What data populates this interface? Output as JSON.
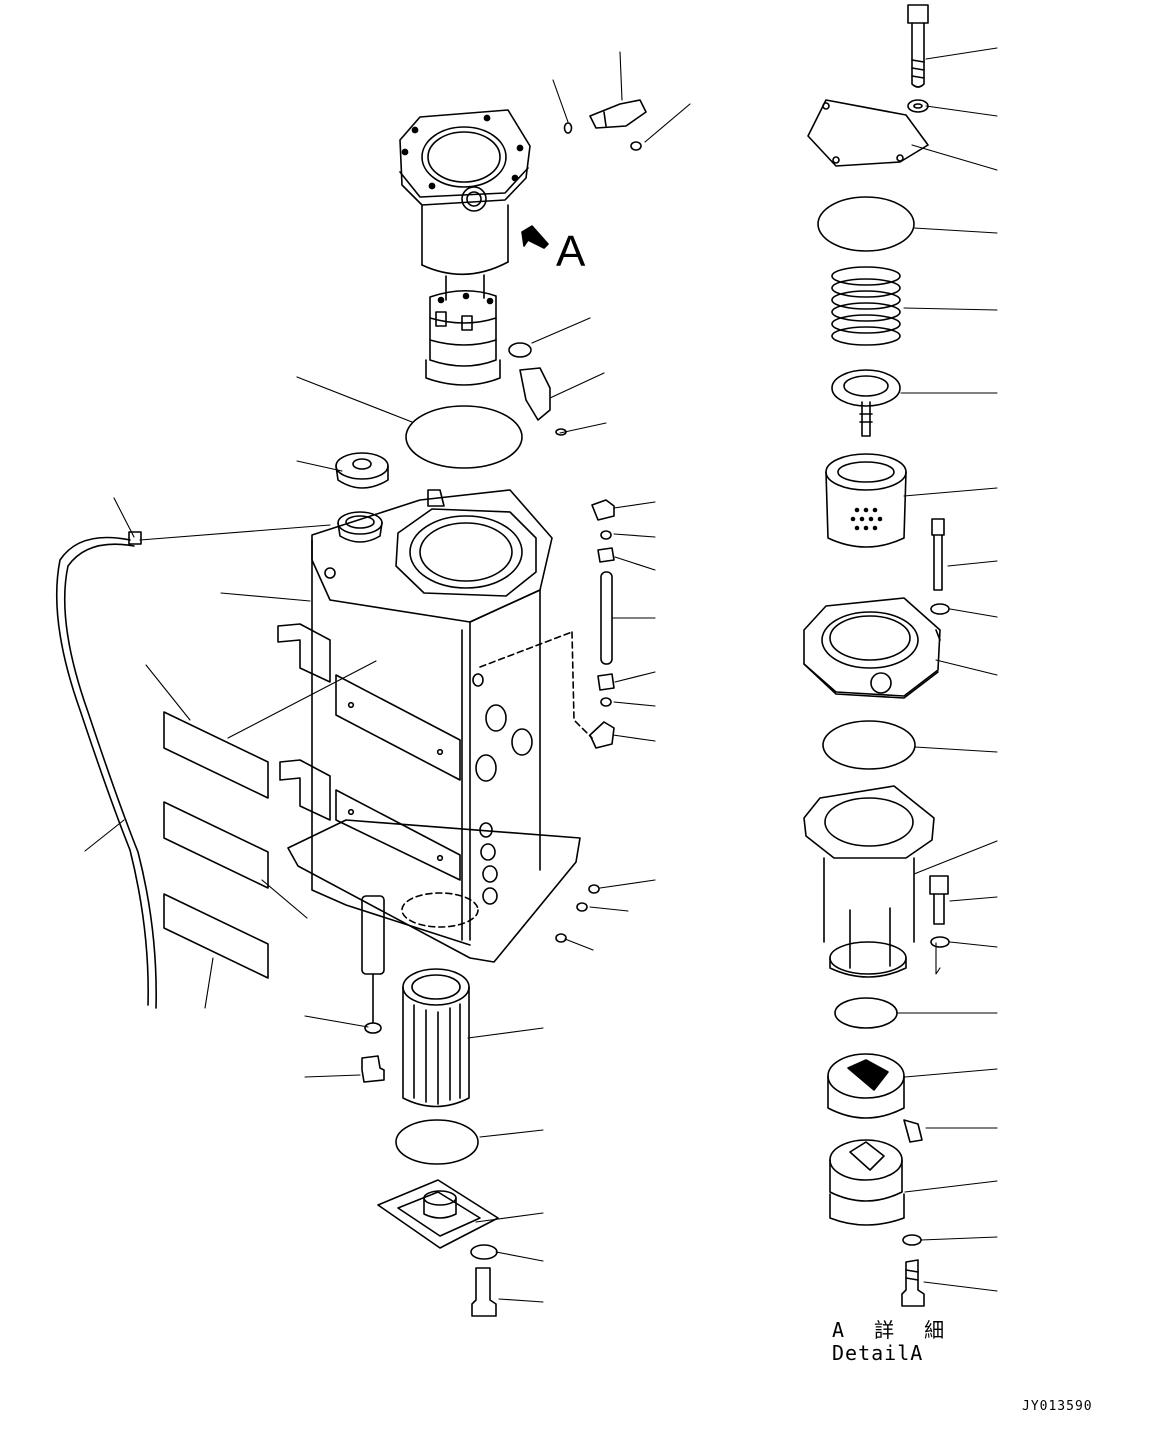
{
  "figure": {
    "view_label": "A",
    "detail_label_jp": "A 詳 細",
    "detail_label_en": "DetailA",
    "drawing_number": "JY013590"
  },
  "style": {
    "line_color": "#000000",
    "background": "#ffffff"
  }
}
